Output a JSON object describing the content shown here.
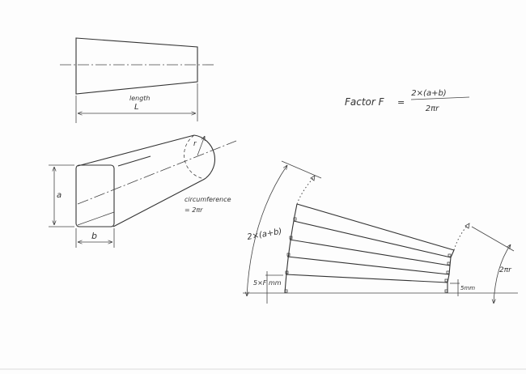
{
  "formula": {
    "lhs": "Factor F",
    "eq": "=",
    "numerator": "2×(a+b)",
    "denominator": "2πr"
  },
  "side_view": {
    "length_label": "length",
    "length_symbol": "L"
  },
  "iso_view": {
    "a_label": "a",
    "b_label": "b",
    "r_label": "r",
    "circumference_label": "circumference",
    "circumference_value": "= 2πr"
  },
  "development": {
    "left_arc_label": "2×(a+b)",
    "strip_label": "5×F mm",
    "right_strip_label": "5mm",
    "right_arc_label": "2πr",
    "strip_count": 5
  },
  "colors": {
    "ink": "#333333",
    "paper": "#fdfdfd"
  }
}
